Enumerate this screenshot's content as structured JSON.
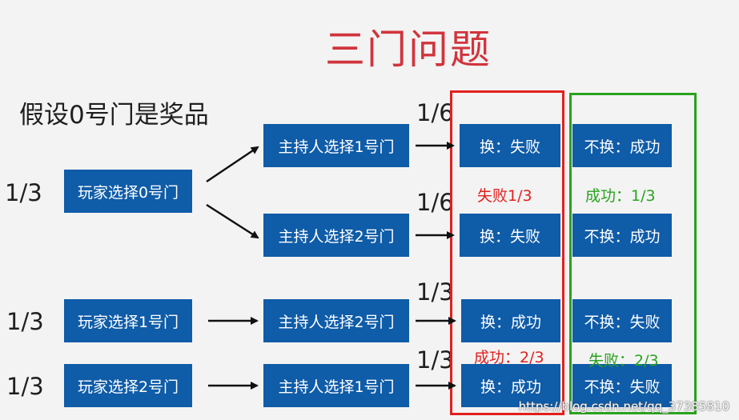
{
  "title": "三门问题",
  "premise": "假设0号门是奖品",
  "player_choices": [
    {
      "label": "玩家选择0号门",
      "prob": "1/3"
    },
    {
      "label": "玩家选择1号门",
      "prob": "1/3"
    },
    {
      "label": "玩家选择2号门",
      "prob": "1/3"
    }
  ],
  "host_choices": [
    {
      "label": "主持人选择1号门",
      "prob": "1/6"
    },
    {
      "label": "主持人选择2号门",
      "prob": "1/6"
    },
    {
      "label": "主持人选择2号门",
      "prob": "1/3"
    },
    {
      "label": "主持人选择1号门",
      "prob": "1/3"
    }
  ],
  "switch_outcomes": [
    "换：失败",
    "换：失败",
    "换：成功",
    "换：成功"
  ],
  "stay_outcomes": [
    "不换：成功",
    "不换：成功",
    "不换：失败",
    "不换：失败"
  ],
  "switch_notes": {
    "fail": "失败1/3",
    "success": "成功：2/3"
  },
  "stay_notes": {
    "success": "成功：1/3",
    "fail": "失败：2/3"
  },
  "colors": {
    "box": "#0f5ca8",
    "title": "#d1343c",
    "switch_frame": "#e2201e",
    "stay_frame": "#29a31d"
  },
  "watermark": "https://blog.csdn.net/qq_37385810"
}
